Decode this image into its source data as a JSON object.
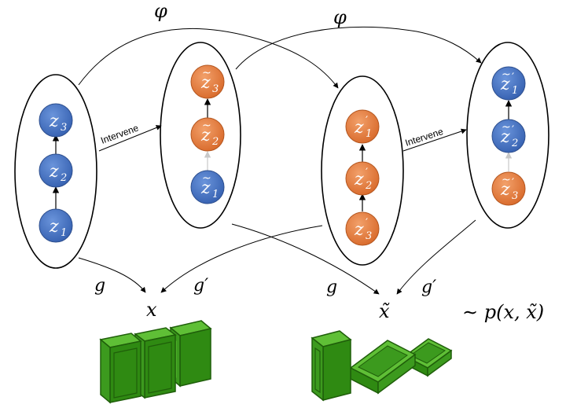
{
  "edge_labels": {
    "phi_left": "φ",
    "phi_right": "φ",
    "intervene_left": "Intervene",
    "intervene_right": "Intervene",
    "g_left": "g",
    "g_prime_left": "g′",
    "g_right": "g",
    "g_prime_right": "g′"
  },
  "outputs": {
    "x_label": "x",
    "x_tilde_label": "x̃",
    "distribution_label": "∼ p(x, x̃)"
  },
  "groups": [
    {
      "id": "z",
      "nodes": [
        {
          "base": "z",
          "mark": "",
          "prime": "",
          "index": "3",
          "color": "blue"
        },
        {
          "base": "z",
          "mark": "",
          "prime": "",
          "index": "2",
          "color": "blue"
        },
        {
          "base": "z",
          "mark": "",
          "prime": "",
          "index": "1",
          "color": "blue"
        }
      ]
    },
    {
      "id": "z-tilde",
      "nodes": [
        {
          "base": "z",
          "mark": "~",
          "prime": "",
          "index": "3",
          "color": "orange"
        },
        {
          "base": "z",
          "mark": "~",
          "prime": "",
          "index": "2",
          "color": "orange"
        },
        {
          "base": "z",
          "mark": "~",
          "prime": "",
          "index": "1",
          "color": "blue"
        }
      ]
    },
    {
      "id": "z-prime",
      "nodes": [
        {
          "base": "z",
          "mark": "",
          "prime": "′",
          "index": "1",
          "color": "orange"
        },
        {
          "base": "z",
          "mark": "",
          "prime": "′",
          "index": "2",
          "color": "orange"
        },
        {
          "base": "z",
          "mark": "",
          "prime": "′",
          "index": "3",
          "color": "orange"
        }
      ]
    },
    {
      "id": "z-prime-tilde",
      "nodes": [
        {
          "base": "z",
          "mark": "~",
          "prime": "′",
          "index": "1",
          "color": "blue"
        },
        {
          "base": "z",
          "mark": "~",
          "prime": "′",
          "index": "2",
          "color": "blue"
        },
        {
          "base": "z",
          "mark": "~",
          "prime": "′",
          "index": "3",
          "color": "orange"
        }
      ]
    }
  ],
  "colors": {
    "blue_fill": "#4472C4",
    "orange_fill": "#E07B39",
    "block_green": "#3C9A1E",
    "block_green_dark": "#1F5E0A",
    "faded_edge": "#C8C8C8"
  }
}
